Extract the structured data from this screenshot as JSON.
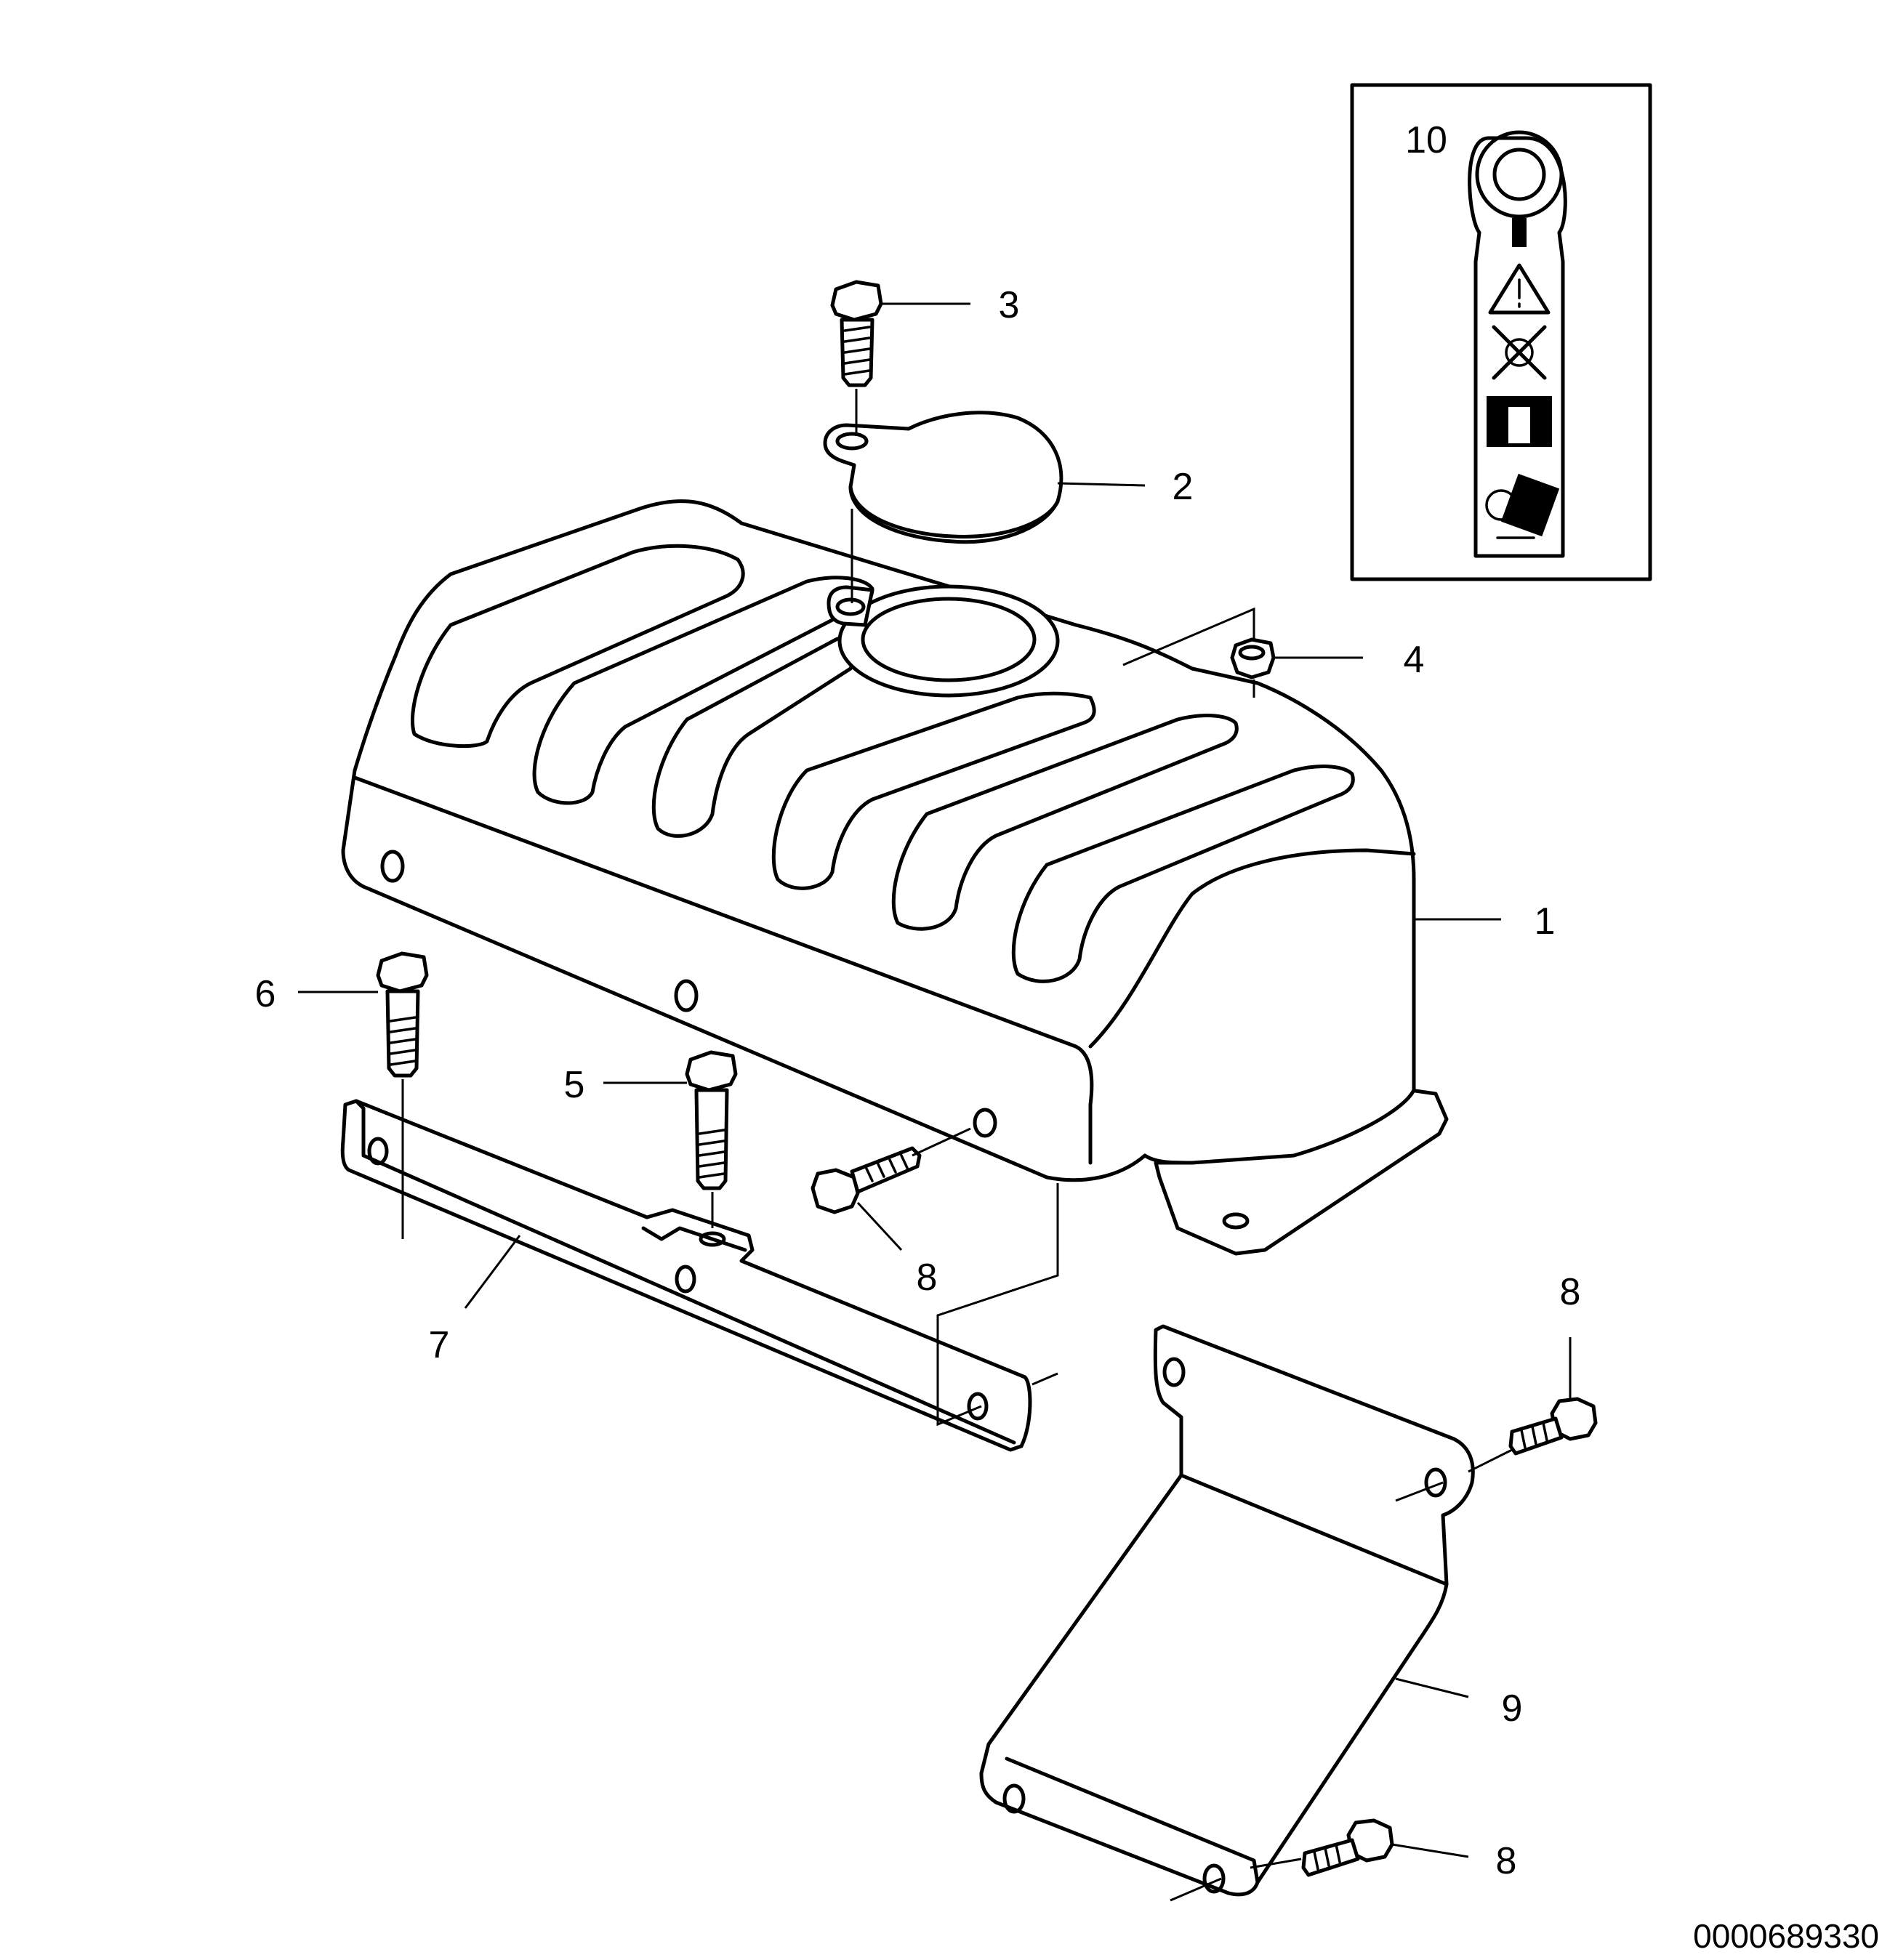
{
  "callouts": {
    "c1": "1",
    "c2": "2",
    "c3": "3",
    "c4": "4",
    "c5": "5",
    "c6": "6",
    "c7": "7",
    "c8a": "8",
    "c8b": "8",
    "c8c": "8",
    "c9": "9",
    "c10": "10"
  },
  "reference_number": "0000689330",
  "decal_icons": [
    "hot-surface-icon",
    "warning-triangle-icon",
    "no-hands-icon",
    "read-manual-icon",
    "refuel-icon"
  ],
  "colors": {
    "line": "#000000",
    "background": "#ffffff"
  }
}
